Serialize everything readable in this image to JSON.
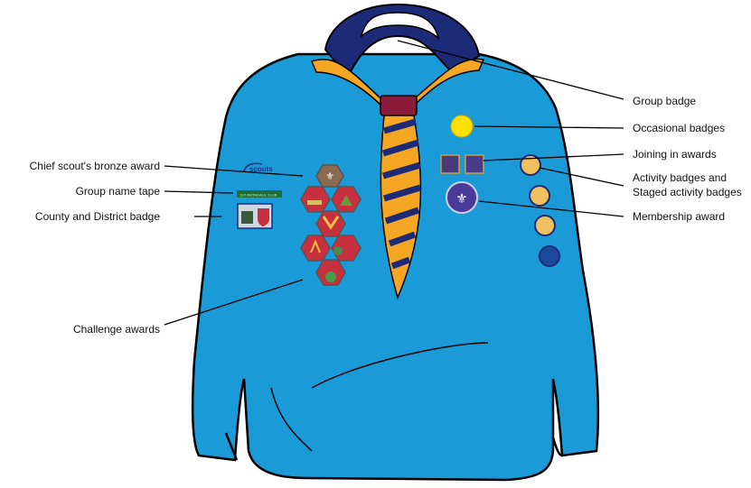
{
  "title": "Scout uniform badge placement",
  "labels": {
    "group_badge": "Group badge",
    "occasional_badges": "Occasional badges",
    "joining_in_awards": "Joining in awards",
    "activity_badges_line1": "Activity badges and",
    "activity_badges_line2": "Staged activity badges",
    "membership_award": "Membership award",
    "chief_scout_bronze": "Chief scout's bronze award",
    "group_name_tape": "Group name tape",
    "county_district_badge": "County and District badge",
    "challenge_awards": "Challenge awards"
  },
  "badge_text": {
    "scouts_logo": "scouts",
    "name_tape": "1ST AVONDALE CLUB"
  },
  "colors": {
    "sweater": "#1a9ad6",
    "collar": "#1c2a78",
    "neckerchief": "#f5a623",
    "challenge_hex": "#c8303f",
    "bronze_hex": "#8b6a50",
    "occasional": "#ffe000"
  }
}
